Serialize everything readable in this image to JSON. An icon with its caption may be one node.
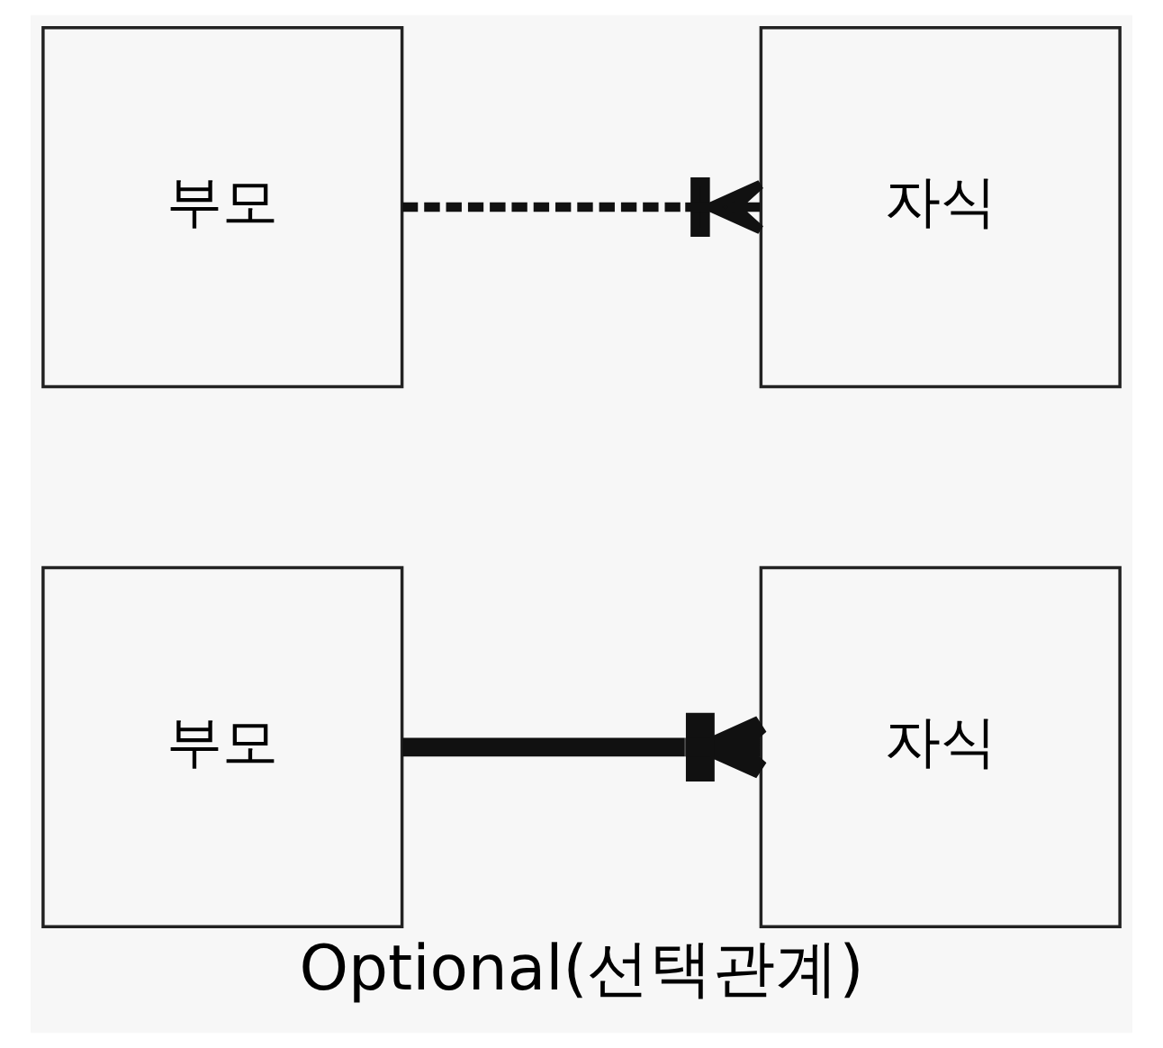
{
  "diagram": {
    "caption": "Optional(선택관계)",
    "nodes": [
      {
        "text": [
          "부모"
        ]
      },
      {
        "text": [
          "자식"
        ]
      },
      {
        "text": [
          "부모"
        ]
      },
      {
        "text": [
          "자식"
        ]
      }
    ],
    "edges": [
      {
        "from": 0,
        "to": 1,
        "arrow": "other",
        "style": "thick"
      },
      {
        "from": 2,
        "to": 3,
        "arrow": "other",
        "style": "dashed"
      }
    ]
  }
}
